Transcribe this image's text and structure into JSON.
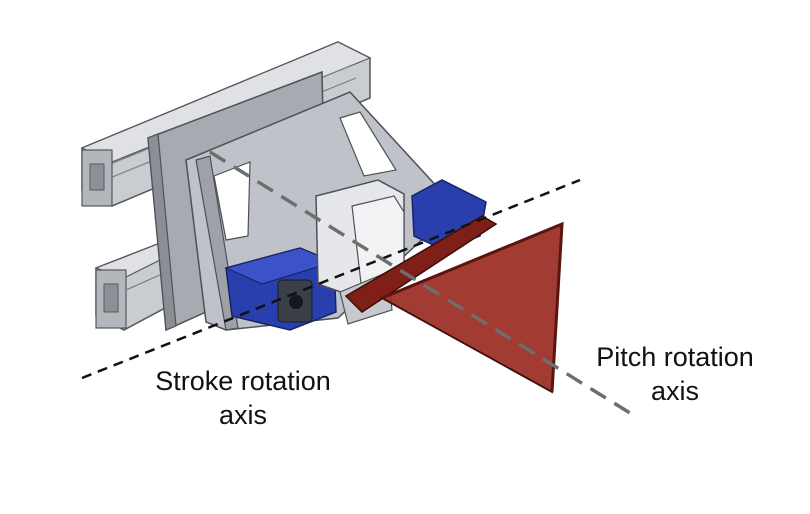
{
  "labels": {
    "stroke_axis_line1": "Stroke rotation",
    "stroke_axis_line2": "axis",
    "pitch_axis_line1": "Pitch rotation",
    "pitch_axis_line2": "axis"
  },
  "colors": {
    "aluminum": "#c9ccd0",
    "plate": "#a7abb1",
    "bracket": "#bfc3c9",
    "servo_blue": "#2a3fae",
    "servo_white": "#e6e7ea",
    "wing_red": "#9a2a20",
    "axis_black": "#111111",
    "axis_gray": "#6e6e6e"
  }
}
